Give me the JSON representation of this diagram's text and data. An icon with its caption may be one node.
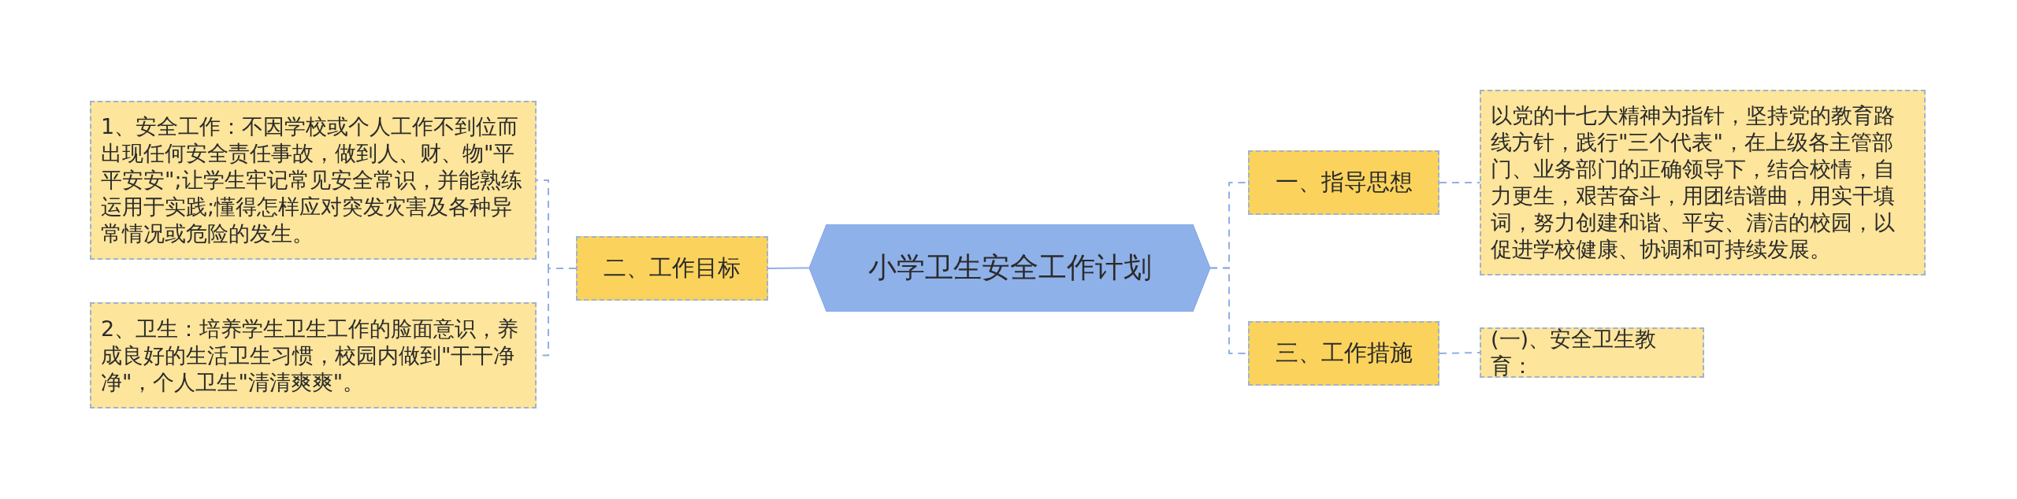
{
  "diagram": {
    "nodes": [
      {
        "text": [
          "小学卫生安全工作计划"
        ]
      },
      {
        "text": [
          "二、工作目标"
        ]
      },
      {
        "text": [
          "1、安全工作：不因学校或个人工作不到位而出现任何安全责任事故，做到人、财、物\"平平安安\";让学生牢记常见安全常识，并能熟练运用于实践;懂得怎样应对突发灾害及各种异常情况或危险的发生。"
        ]
      },
      {
        "text": [
          "2、卫生：培养学生卫生工作的脸面意识，养成良好的生活卫生习惯，校园内做到\"干干净净\"，个人卫生\"清清爽爽\"。"
        ]
      },
      {
        "text": [
          "一、指导思想"
        ]
      },
      {
        "text": [
          "以党的十七大精神为指针，坚持党的教育路线方针，践行\"三个代表\"，在上级各主管部门、业务部门的正确领导下，结合校情，自力更生，艰苦奋斗，用团结谱曲，用实干填词，努力创建和谐、平安、清洁的校园，以促进学校健康、协调和可持续发展。"
        ]
      },
      {
        "text": [
          "三、工作措施"
        ]
      },
      {
        "text": [
          "(一)、安全卫生教育："
        ]
      }
    ],
    "edges": [
      {
        "from": 0,
        "to": 1,
        "arrow": "none"
      },
      {
        "from": 1,
        "to": 2,
        "arrow": "none",
        "style": "dashed"
      },
      {
        "from": 1,
        "to": 3,
        "arrow": "none",
        "style": "dashed"
      },
      {
        "from": 0,
        "to": 4,
        "arrow": "none",
        "style": "dashed"
      },
      {
        "from": 0,
        "to": 6,
        "arrow": "none",
        "style": "dashed"
      },
      {
        "from": 4,
        "to": 5,
        "arrow": "none",
        "style": "dashed"
      },
      {
        "from": 6,
        "to": 7,
        "arrow": "none",
        "style": "dashed"
      }
    ]
  }
}
